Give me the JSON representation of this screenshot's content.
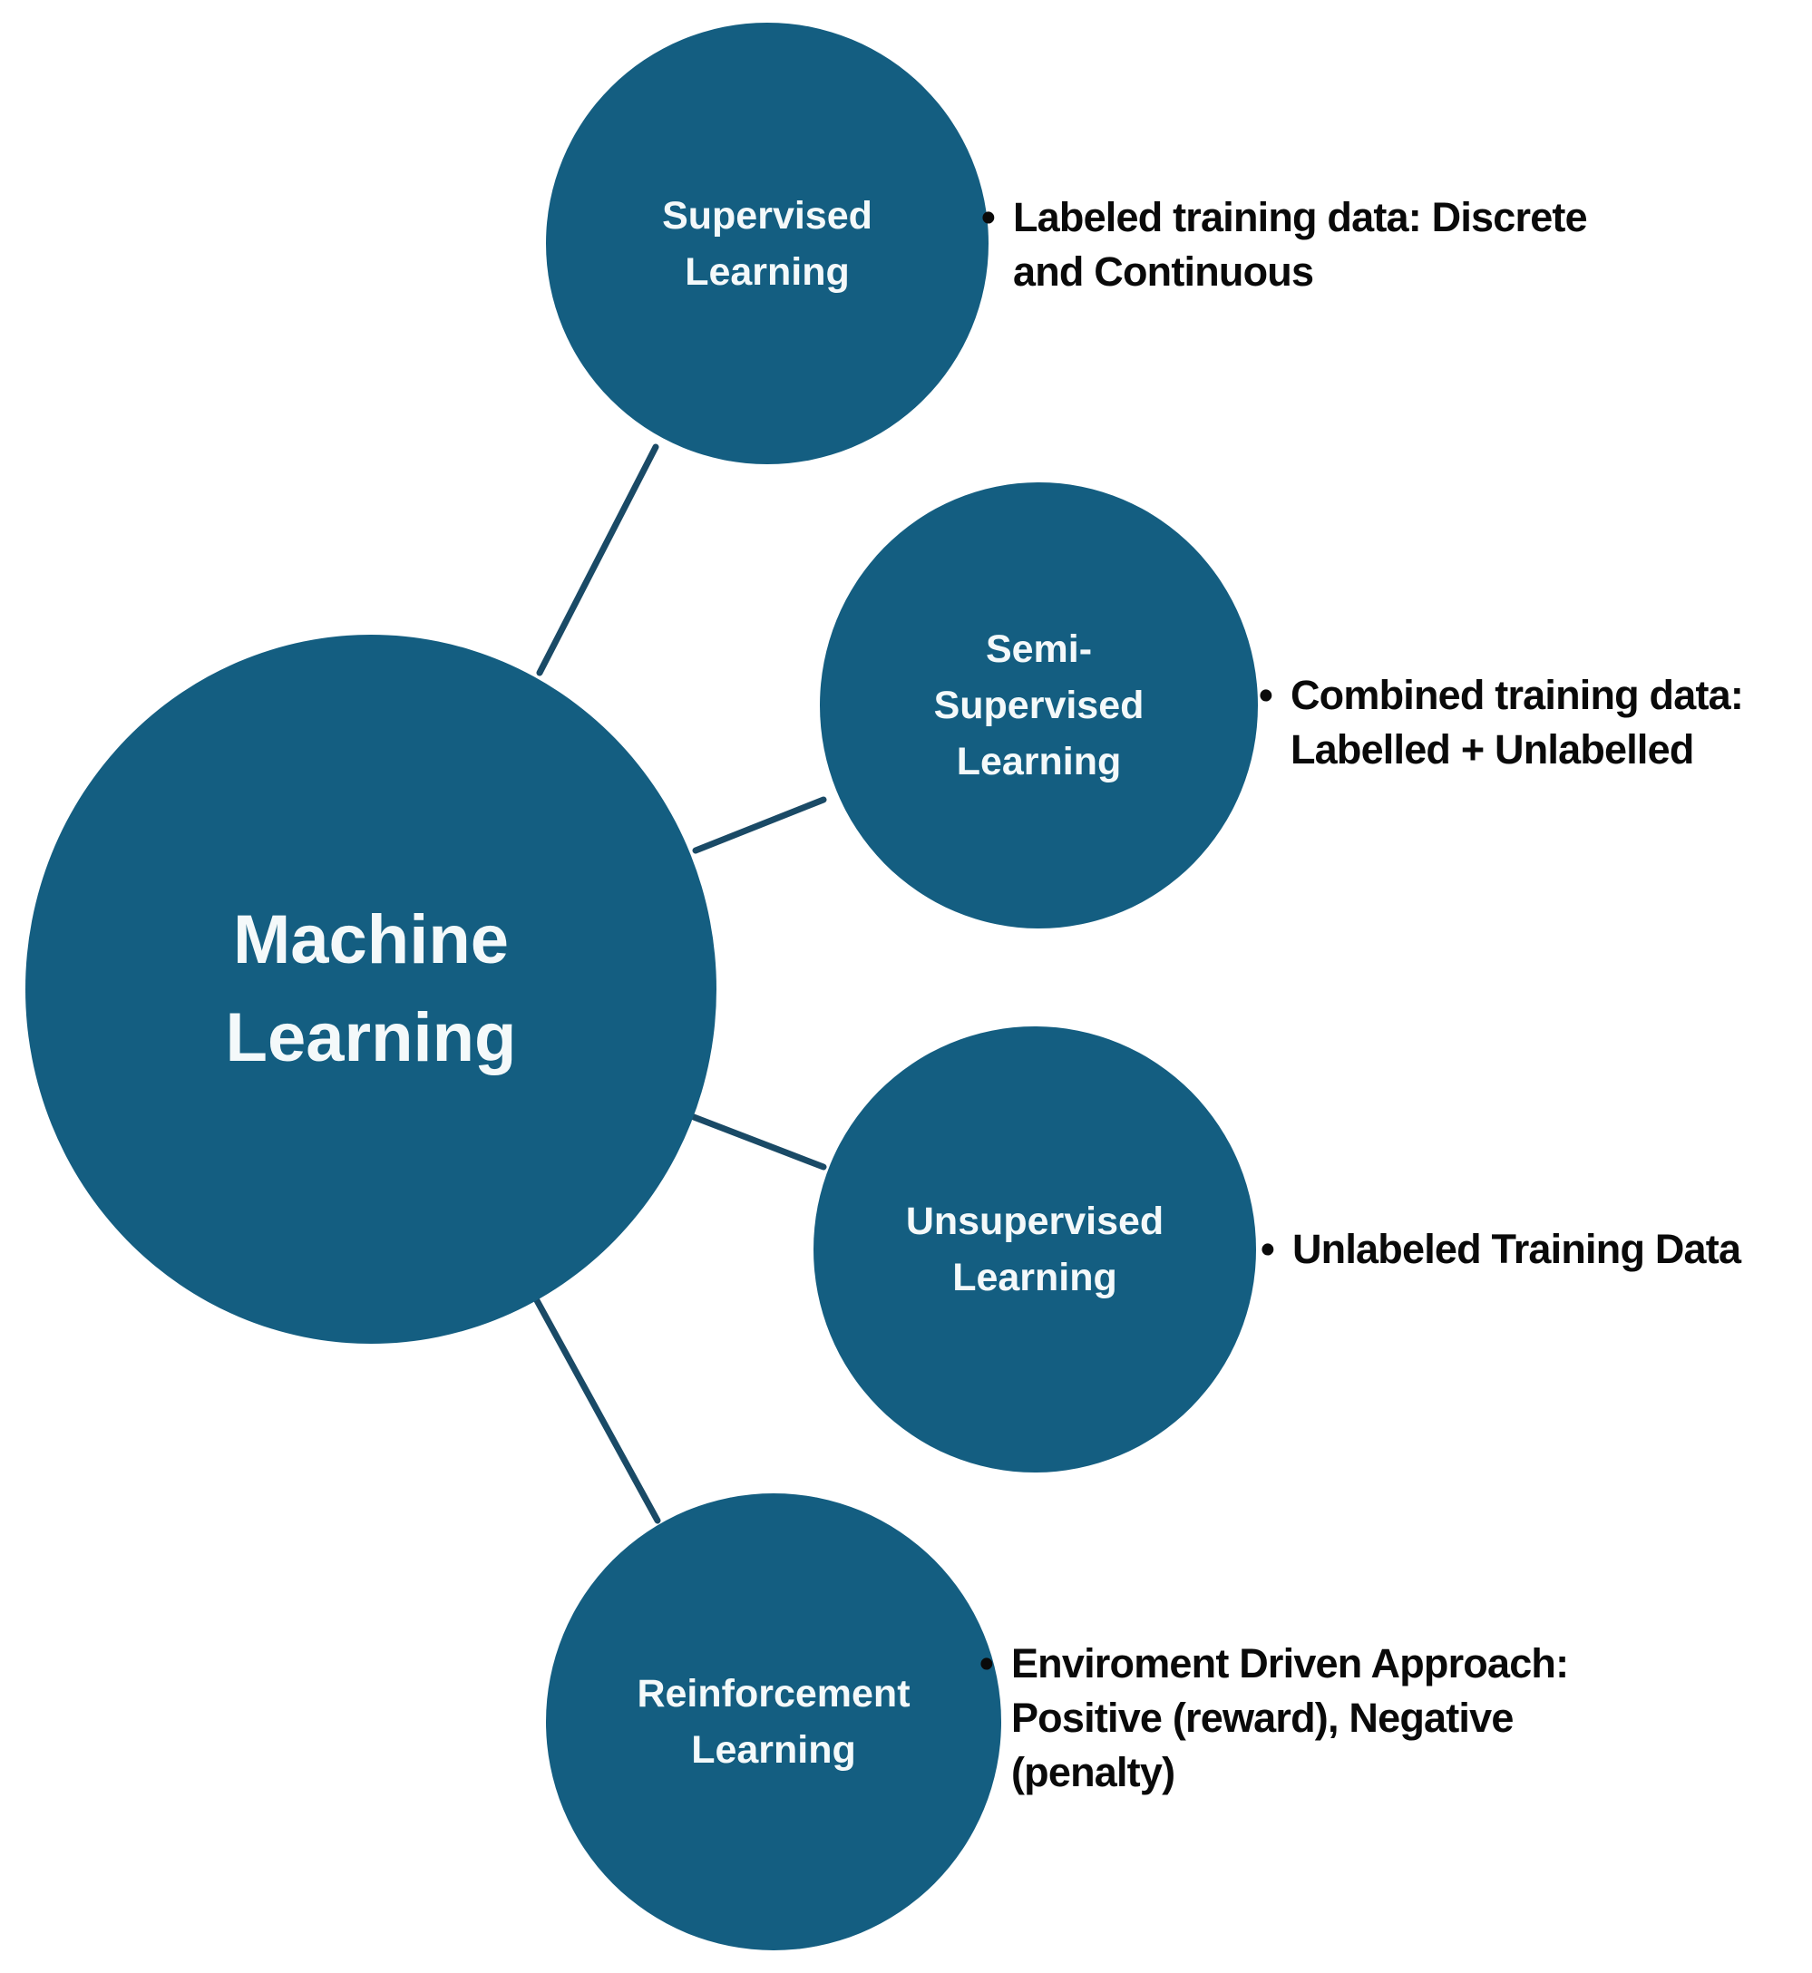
{
  "colors": {
    "background": "#FFFFFF",
    "circle_fill": "#145E81",
    "connector_line": "#1A4A66",
    "circle_text": "#F4F9FA",
    "note_text": "#0A0A0A"
  },
  "bullet_marker": "•",
  "central": {
    "label": "Machine\nLearning"
  },
  "branches": [
    {
      "id": "supervised",
      "label": "Supervised\nLearning",
      "note": "Labeled training data: Discrete\nand Continuous"
    },
    {
      "id": "semi-supervised",
      "label": "Semi-\nSupervised\nLearning",
      "note": "Combined training data:\nLabelled + Unlabelled"
    },
    {
      "id": "unsupervised",
      "label": "Unsupervised\nLearning",
      "note": "Unlabeled Training Data"
    },
    {
      "id": "reinforcement",
      "label": "Reinforcement\nLearning",
      "note": "Enviroment Driven Approach:\nPositive (reward), Negative\n(penalty)"
    }
  ]
}
